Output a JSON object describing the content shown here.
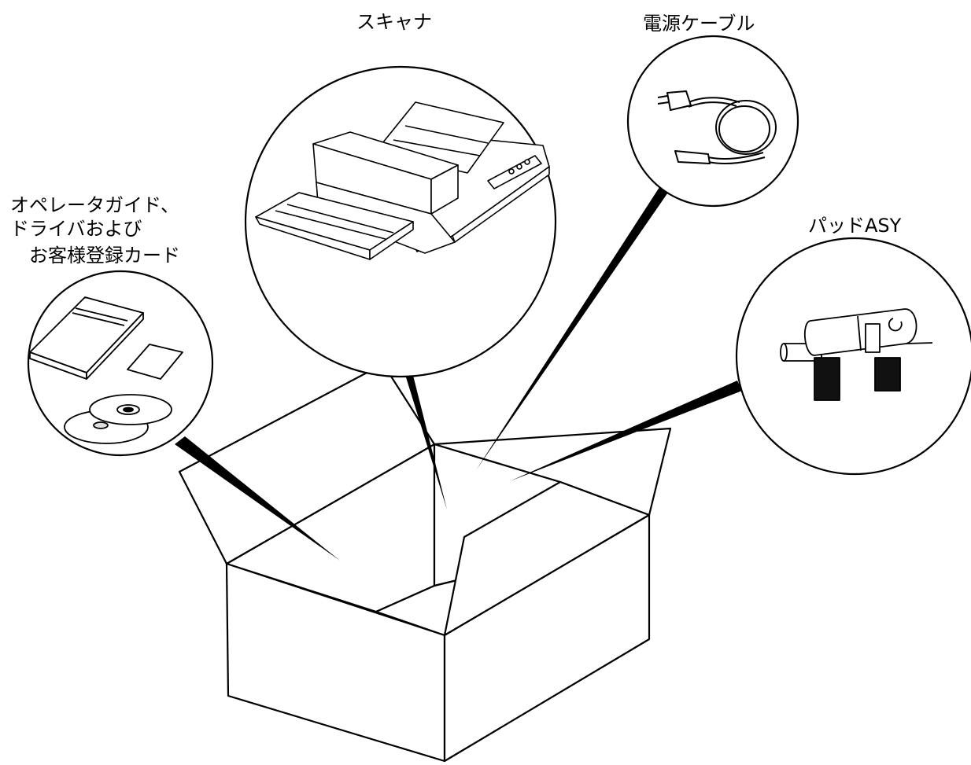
{
  "labels": {
    "scanner": "スキャナ",
    "power_cable": "電源ケーブル",
    "pad_assy": "パッドASY",
    "docs_line1": "オペレータガイド、",
    "docs_line2": "ドライバおよび",
    "docs_line3": "お客様登録カード"
  },
  "colors": {
    "line": "#000000",
    "background": "#ffffff"
  }
}
